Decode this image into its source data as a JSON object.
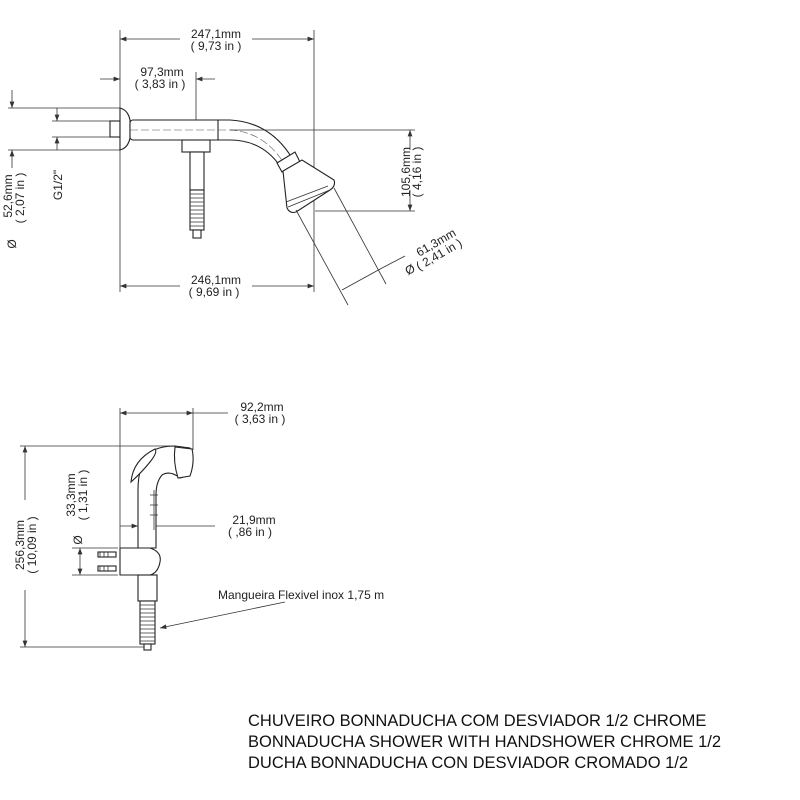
{
  "shower": {
    "width_overall": {
      "mm": "247,1mm",
      "in": "( 9,73 in )"
    },
    "outlet_offset": {
      "mm": "97,3mm",
      "in": "( 3,83 in )"
    },
    "flange_diameter": {
      "symbol": "Ø",
      "mm": "52,6mm",
      "in": "( 2,07 in )"
    },
    "thread": "G1/2\"",
    "drop": {
      "mm": "105,6mm",
      "in": "( 4,16 in )"
    },
    "head_diameter": {
      "symbol": "Ø",
      "mm": "61,3mm",
      "in": "( 2,41 in )"
    },
    "width_base": {
      "mm": "246,1mm",
      "in": "( 9,69 in )"
    }
  },
  "handshower": {
    "width": {
      "mm": "92,2mm",
      "in": "( 3,63 in )"
    },
    "height": {
      "mm": "256,3mm",
      "in": "( 10,09 in )"
    },
    "holder_diameter": {
      "symbol": "Ø",
      "mm": "33,3mm",
      "in": "( 1,31 in )"
    },
    "handle_depth": {
      "mm": "21,9mm",
      "in": "( ,86 in )"
    },
    "hose_label": "Mangueira Flexivel inox 1,75 m"
  },
  "titles": [
    "CHUVEIRO BONNADUCHA COM DESVIADOR 1/2 CHROME",
    "BONNADUCHA SHOWER WITH HANDSHOWER CHROME 1/2",
    "DUCHA BONNADUCHA CON DESVIADOR CROMADO 1/2"
  ]
}
